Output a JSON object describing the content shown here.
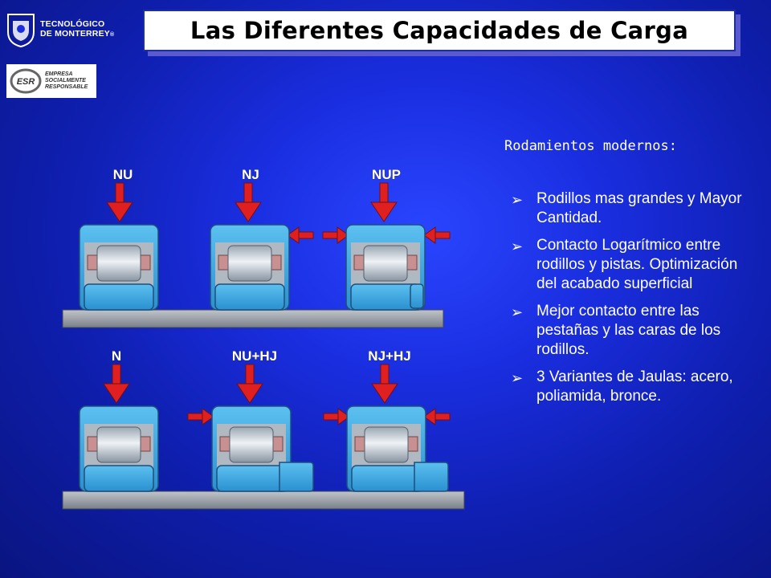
{
  "header": {
    "title": "Las Diferentes Capacidades de Carga"
  },
  "logos": {
    "tec_line1": "TECNOLÓGICO",
    "tec_line2": "DE MONTERREY",
    "tec_mark": "®",
    "esr_line1": "EMPRESA",
    "esr_line2": "SOCIALMENTE",
    "esr_line3": "RESPONSABLE",
    "esr_mark": "ESR"
  },
  "content": {
    "subtitle": "Rodamientos modernos:",
    "bullets": [
      "Rodillos mas grandes y Mayor Cantidad.",
      "Contacto Logarítmico entre rodillos y pistas. Optimización del acabado superficial",
      "Mejor contacto entre las pestañas y las caras de los  rodillos.",
      "3 Variantes de Jaulas: acero, poliamida, bronce."
    ],
    "bullet_icon": "arrowhead-bullet-icon"
  },
  "diagram": {
    "labels_top": [
      "NU",
      "NJ",
      "NUP"
    ],
    "labels_bottom": [
      "N",
      "NU+HJ",
      "NJ+HJ"
    ],
    "colors": {
      "ring": "#3aa8e0",
      "roller": "#c8d0d8",
      "cage": "#c89090",
      "arrow": "#e02020",
      "shaft": "#9aa0a8",
      "housing_bg": "#b8bcc4"
    }
  }
}
